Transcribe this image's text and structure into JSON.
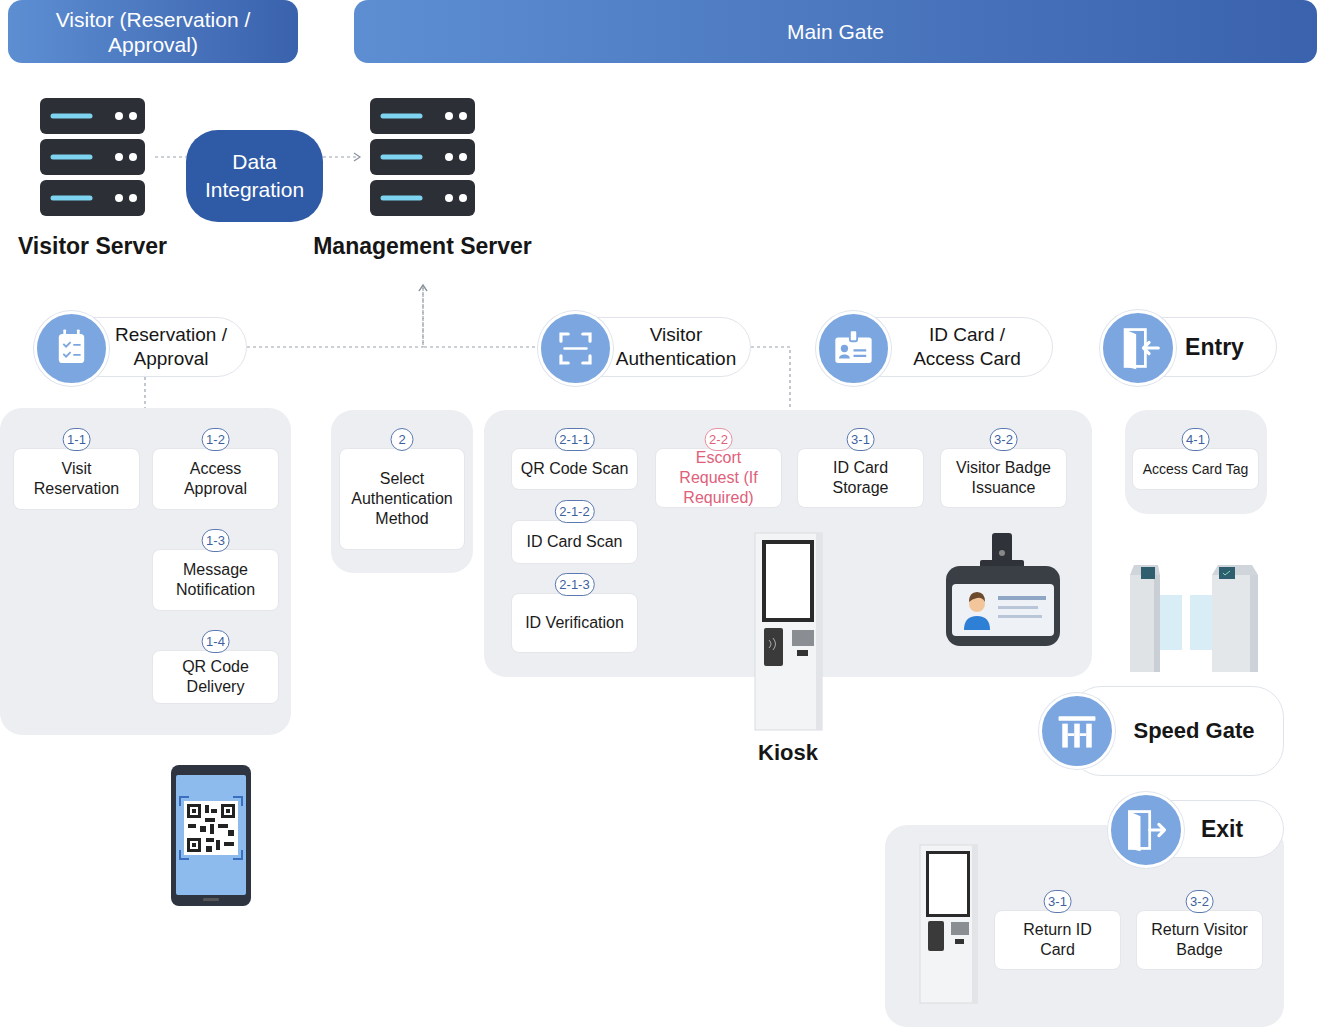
{
  "diagram": {
    "nodes": [
      {
        "text": [
          "Visitor (Reservation / Approval)"
        ]
      },
      {
        "text": [
          "Main Gate"
        ]
      },
      {
        "text": [
          "Visitor Server"
        ]
      },
      {
        "text": [
          "Data Integration"
        ]
      },
      {
        "text": [
          "Management Server"
        ]
      },
      {
        "text": [
          "Reservation / Approval"
        ]
      },
      {
        "text": [
          "Visitor Authentication"
        ]
      },
      {
        "text": [
          "ID Card / Access Card"
        ]
      },
      {
        "text": [
          "Entry"
        ]
      },
      {
        "text": []
      },
      {
        "text": [
          "1-1",
          "Visit Reservation"
        ],
        "in": 9
      },
      {
        "text": [
          "1-2",
          "Access Approval"
        ],
        "in": 9
      },
      {
        "text": [
          "1-3",
          "Message Notification"
        ],
        "in": 9
      },
      {
        "text": [
          "1-4",
          "QR Code Delivery"
        ],
        "in": 9
      },
      {
        "text": []
      },
      {
        "text": [
          "2",
          "Select Authentication Method"
        ],
        "in": 14
      },
      {
        "text": []
      },
      {
        "text": [
          "2-1-1",
          "QR Code Scan"
        ],
        "in": 16
      },
      {
        "text": [
          "2-2",
          "Escort Request (If Required)"
        ],
        "in": 16
      },
      {
        "text": [
          "3-1",
          "ID Card Storage"
        ],
        "in": 16
      },
      {
        "text": [
          "3-2",
          "Visitor Badge Issuance"
        ],
        "in": 16
      },
      {
        "text": [
          "2-1-2",
          "ID Card Scan"
        ],
        "in": 16
      },
      {
        "text": [
          "2-1-3",
          "ID Verification"
        ],
        "in": 16
      },
      {
        "text": []
      },
      {
        "text": [
          "4-1",
          "Access Card Tag"
        ],
        "in": 23
      },
      {
        "text": [
          "Speed Gate"
        ]
      },
      {
        "text": [
          "Exit"
        ]
      },
      {
        "text": []
      },
      {
        "text": [
          "3-1",
          "Return ID Card"
        ],
        "in": 27
      },
      {
        "text": [
          "3-2",
          "Return Visitor Badge"
        ],
        "in": 27
      }
    ],
    "edges": [
      {
        "from": 2,
        "to": 3,
        "arrow": "none"
      },
      {
        "from": 3,
        "to": 4,
        "arrow": "to"
      },
      {
        "from": 5,
        "to": 4,
        "arrow": "to"
      },
      {
        "from": 6,
        "to": 4,
        "arrow": "to"
      },
      {
        "from": 5,
        "to": 9,
        "arrow": "none"
      },
      {
        "from": 6,
        "to": 16,
        "arrow": "none"
      }
    ],
    "labels": [
      "Kiosk"
    ]
  }
}
